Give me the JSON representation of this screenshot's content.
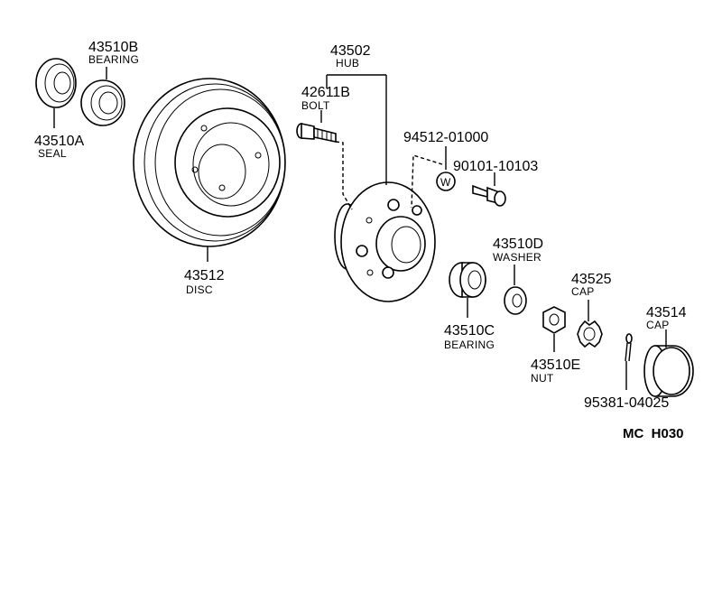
{
  "diagram_code": "MC  H030",
  "parts": {
    "seal": {
      "number": "43510A",
      "name": "SEAL"
    },
    "bearing_outer": {
      "number": "43510B",
      "name": "BEARING"
    },
    "disc": {
      "number": "43512",
      "name": "DISC"
    },
    "hub": {
      "number": "43502",
      "name": "HUB"
    },
    "bolt": {
      "number": "42611B",
      "name": "BOLT"
    },
    "washer_w": {
      "number": "94512-01000",
      "mark": "W"
    },
    "hub_bolt": {
      "number": "90101-10103"
    },
    "bearing_inner": {
      "number": "43510C",
      "name": "BEARING"
    },
    "washer": {
      "number": "43510D",
      "name": "WASHER"
    },
    "nut": {
      "number": "43510E",
      "name": "NUT"
    },
    "nut_cap": {
      "number": "43525",
      "name": "CAP"
    },
    "cotter_pin": {
      "number": "95381-04025"
    },
    "grease_cap": {
      "number": "43514",
      "name": "CAP"
    }
  }
}
